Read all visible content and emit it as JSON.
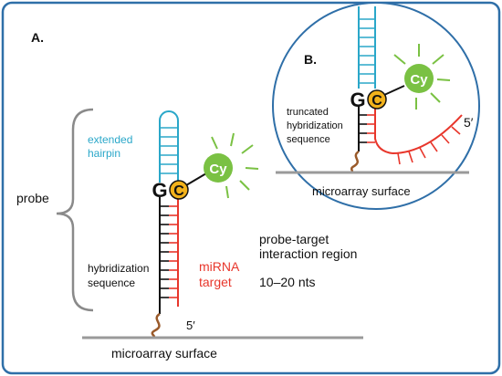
{
  "panel_a": {
    "letter": "A.",
    "probe_label": "probe",
    "extended_hairpin": [
      "extended",
      "hairpin"
    ],
    "hybridization_sequence": [
      "hybridization",
      "sequence"
    ],
    "mirna_target": [
      "miRNA",
      "target"
    ],
    "interaction_region": [
      "probe-target",
      "interaction region"
    ],
    "length_range": "10–20 nts",
    "five_prime": "5′",
    "surface_label": "microarray surface",
    "g_base": "G",
    "c_base": "C",
    "dye": "Cy"
  },
  "panel_b": {
    "letter": "B.",
    "truncated_hybridization": [
      "truncated",
      "hybridization",
      "sequence"
    ],
    "five_prime": "5′",
    "surface_label": "microarray surface",
    "g_base": "G",
    "c_base": "C",
    "dye": "Cy"
  },
  "colors": {
    "frame": "#2f6fa8",
    "hairpin": "#2aa7c9",
    "target": "#e8362b",
    "strand": "#111111",
    "dye_fill": "#7ac143",
    "c_fill": "#f2b21b",
    "bracket": "#8a8a8a",
    "surface": "#9a9a9a",
    "linker": "#9a5a2a"
  }
}
